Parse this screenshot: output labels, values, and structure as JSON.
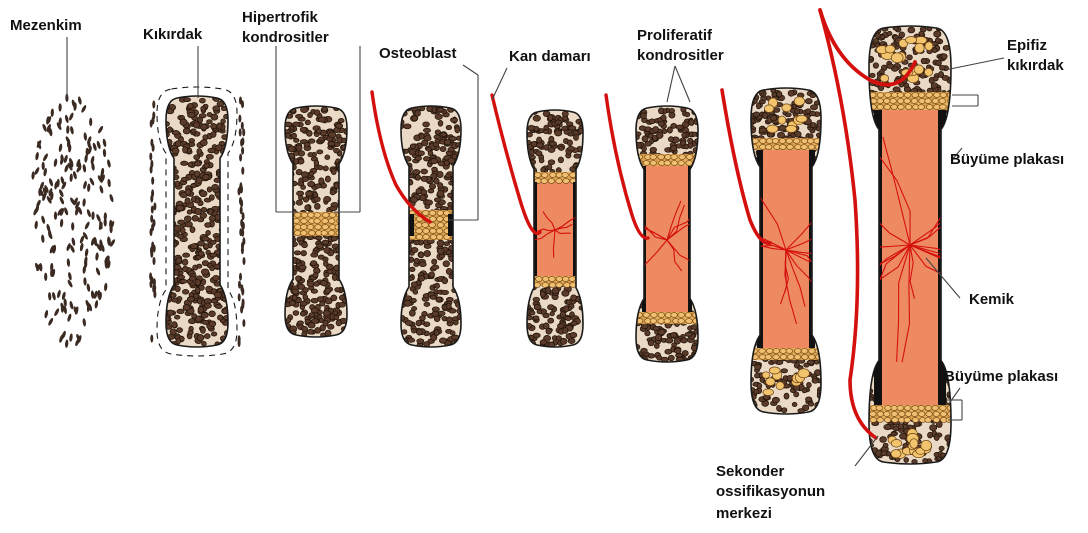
{
  "labels": {
    "mesenchyme": "Mezenkim",
    "cartilage": "Kıkırdak",
    "hypertrophic_line1": "Hipertrofik",
    "hypertrophic_line2": "kondrositler",
    "osteoblast": "Osteoblast",
    "blood_vessel": "Kan damarı",
    "proliferative_line1": "Proliferatif",
    "proliferative_line2": "kondrositler",
    "epiphyseal_line1": "Epifiz",
    "epiphyseal_line2": "kıkırdak",
    "growth_plate_top": "Büyüme plakası",
    "bone": "Kemik",
    "growth_plate_bottom": "Büyüme plakası",
    "secondary_line1": "Sekonder",
    "secondary_line2": "ossifikasyonun",
    "secondary_line3": "merkezi"
  },
  "colors": {
    "outline": "#1a1a1a",
    "cell_fill": "#5a3a28",
    "cell_edge": "#1e120a",
    "cartilage_bg": "#ead9c4",
    "growth_cells": "#e7ac52",
    "bone_marrow": "#ee8a62",
    "vessel": "#d4100e",
    "cortex": "#111111"
  },
  "stages": [
    {
      "name": "stage-mesenchyme",
      "kind": "mesenchyme"
    },
    {
      "name": "stage-cartilage-model",
      "kind": "cartilage"
    },
    {
      "name": "stage-hypertrophic",
      "kind": "hypertrophic"
    },
    {
      "name": "stage-osteoblast",
      "kind": "osteoblast"
    },
    {
      "name": "stage-vascular-invasion",
      "kind": "vascular"
    },
    {
      "name": "stage-primary-ossification",
      "kind": "primary"
    },
    {
      "name": "stage-growth-plates",
      "kind": "growth"
    },
    {
      "name": "stage-mature-bone",
      "kind": "mature"
    }
  ]
}
